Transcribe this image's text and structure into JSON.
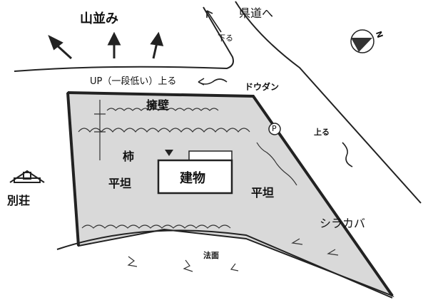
{
  "labels": {
    "mountains": "山並み",
    "to_prefectural_road": "県道へ",
    "downhill": "下る",
    "road_note": "UP（一段低い）上る",
    "dodan": "ドウダン",
    "retaining_wall": "擁壁",
    "uphill_right": "上る",
    "parking": "P",
    "persimmon": "柿",
    "building": "建物",
    "flat_left": "平坦",
    "flat_right": "平坦",
    "villa": "別荘",
    "birch": "シラカバ",
    "slope": "法面",
    "north": "N"
  },
  "colors": {
    "site_fill": "#d9d9d9",
    "line": "#222222"
  }
}
